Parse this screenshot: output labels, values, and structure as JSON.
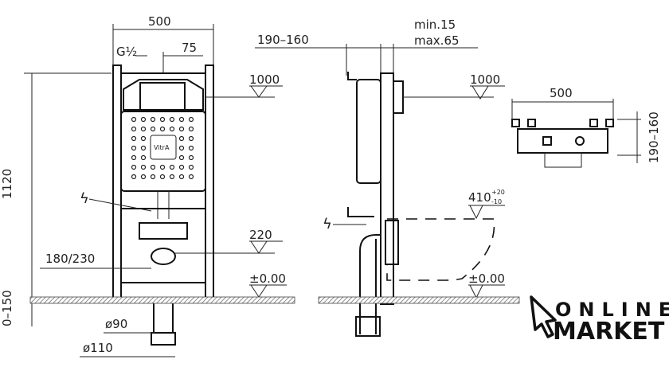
{
  "front_view": {
    "width_dim": "500",
    "inlet_label": "G½",
    "inlet_offset_dim": "75",
    "height_dim": "1120",
    "flush_level": "1000",
    "drain_level": "220",
    "bolt_spacing": "180/230",
    "floor_level": "±0.00",
    "floor_adjust": "0–150",
    "pipe_dia_small": "ø90",
    "pipe_dia_large": "ø110",
    "brand": "VitrA"
  },
  "side_view": {
    "depth_dim": "190–160",
    "wall_min": "min.15",
    "wall_max": "max.65",
    "flush_level": "1000",
    "seat_height": "410",
    "seat_tol_plus": "+20",
    "seat_tol_minus": "-10",
    "floor_level": "±0.00"
  },
  "top_view": {
    "width_dim": "500",
    "depth_dim": "190–160"
  },
  "logo": {
    "line1": "ONLINE",
    "line2": "MARKET"
  }
}
